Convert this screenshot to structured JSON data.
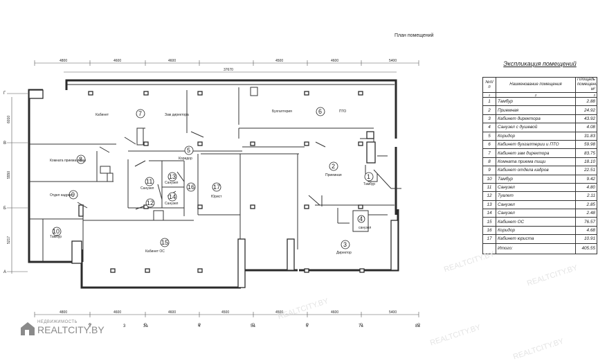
{
  "plan_title": "План помещений",
  "overall_dimension": "37670",
  "top_dimensions": [
    "4800",
    "4600",
    "4600",
    "4500",
    "4600",
    "5400"
  ],
  "bottom_dimensions": [
    "4800",
    "4600",
    "4600",
    "4500",
    "4500",
    "4600",
    "5400"
  ],
  "left_dimensions": [
    "6010",
    "5550",
    "5217"
  ],
  "axis_letters": [
    "Г",
    "В",
    "Б",
    "А"
  ],
  "axis_numbers": [
    "2",
    "3",
    "3а",
    "4",
    "5а",
    "6",
    "7а",
    "8а"
  ],
  "room_numbers": [
    "1",
    "2",
    "3",
    "4",
    "5",
    "6",
    "7",
    "8",
    "9",
    "10",
    "11",
    "12",
    "13",
    "14",
    "15",
    "16",
    "17"
  ],
  "room_labels": {
    "kabinet": "Кабинет",
    "zam_direktora": "Зам директора",
    "buhgalteriya": "Бухгалтерия",
    "pto": "ПТО",
    "komnata_priema": "Комната приема пищи",
    "otdel_kadrov": "Отдел кадров",
    "tambur_10": "Тамбур",
    "koridor_5": "Коридор",
    "priemnaya": "Приемная",
    "tambur_1": "Тамбур",
    "sanuzel_11": "Санузел",
    "sanuzel_13": "Санузел",
    "sanuzel_14": "Санузел",
    "yurist": "Юрист",
    "kabinet_os": "Кабинет ОС",
    "sanuzel_4": "санузел",
    "direktor": "Директор"
  },
  "explication": {
    "title": "Экспликация помещений",
    "headers": [
      "№п/п",
      "Наименование помещения",
      "Площадь помещения м²"
    ],
    "subheaders": [
      "1",
      "2",
      "3"
    ],
    "rows": [
      {
        "n": "1",
        "name": "Тамбур",
        "area": "2.88"
      },
      {
        "n": "2",
        "name": "Приемная",
        "area": "24.92"
      },
      {
        "n": "3",
        "name": "Кабинет директора",
        "area": "43.92"
      },
      {
        "n": "4",
        "name": "Санузел с душевой",
        "area": "4.08"
      },
      {
        "n": "5",
        "name": "Коридор",
        "area": "31.83"
      },
      {
        "n": "6",
        "name": "Кабинет бухгалтерии и ПТО",
        "area": "59.98"
      },
      {
        "n": "7",
        "name": "Кабинет зам директора",
        "area": "83.75"
      },
      {
        "n": "8",
        "name": "Комната приема пищи",
        "area": "18.10"
      },
      {
        "n": "9",
        "name": "Кабинет отдела кадров",
        "area": "22.51"
      },
      {
        "n": "10",
        "name": "Тамбур",
        "area": "9.42"
      },
      {
        "n": "11",
        "name": "Санузел",
        "area": "4.80"
      },
      {
        "n": "12",
        "name": "Туалет",
        "area": "2.11"
      },
      {
        "n": "13",
        "name": "Санузел",
        "area": "2.85"
      },
      {
        "n": "14",
        "name": "Санузел",
        "area": "2.48"
      },
      {
        "n": "15",
        "name": "Кабинет ОС",
        "area": "76.57"
      },
      {
        "n": "16",
        "name": "Коридор",
        "area": "4.68"
      },
      {
        "n": "17",
        "name": "Кабинет юриста",
        "area": "10.91"
      }
    ],
    "total_label": "Итого:",
    "total_value": "405.55"
  },
  "watermark": {
    "small": "НЕДВИЖИМОСТЬ",
    "large": "REALTCITY.BY",
    "ghost": "REALTCITY.BY"
  }
}
